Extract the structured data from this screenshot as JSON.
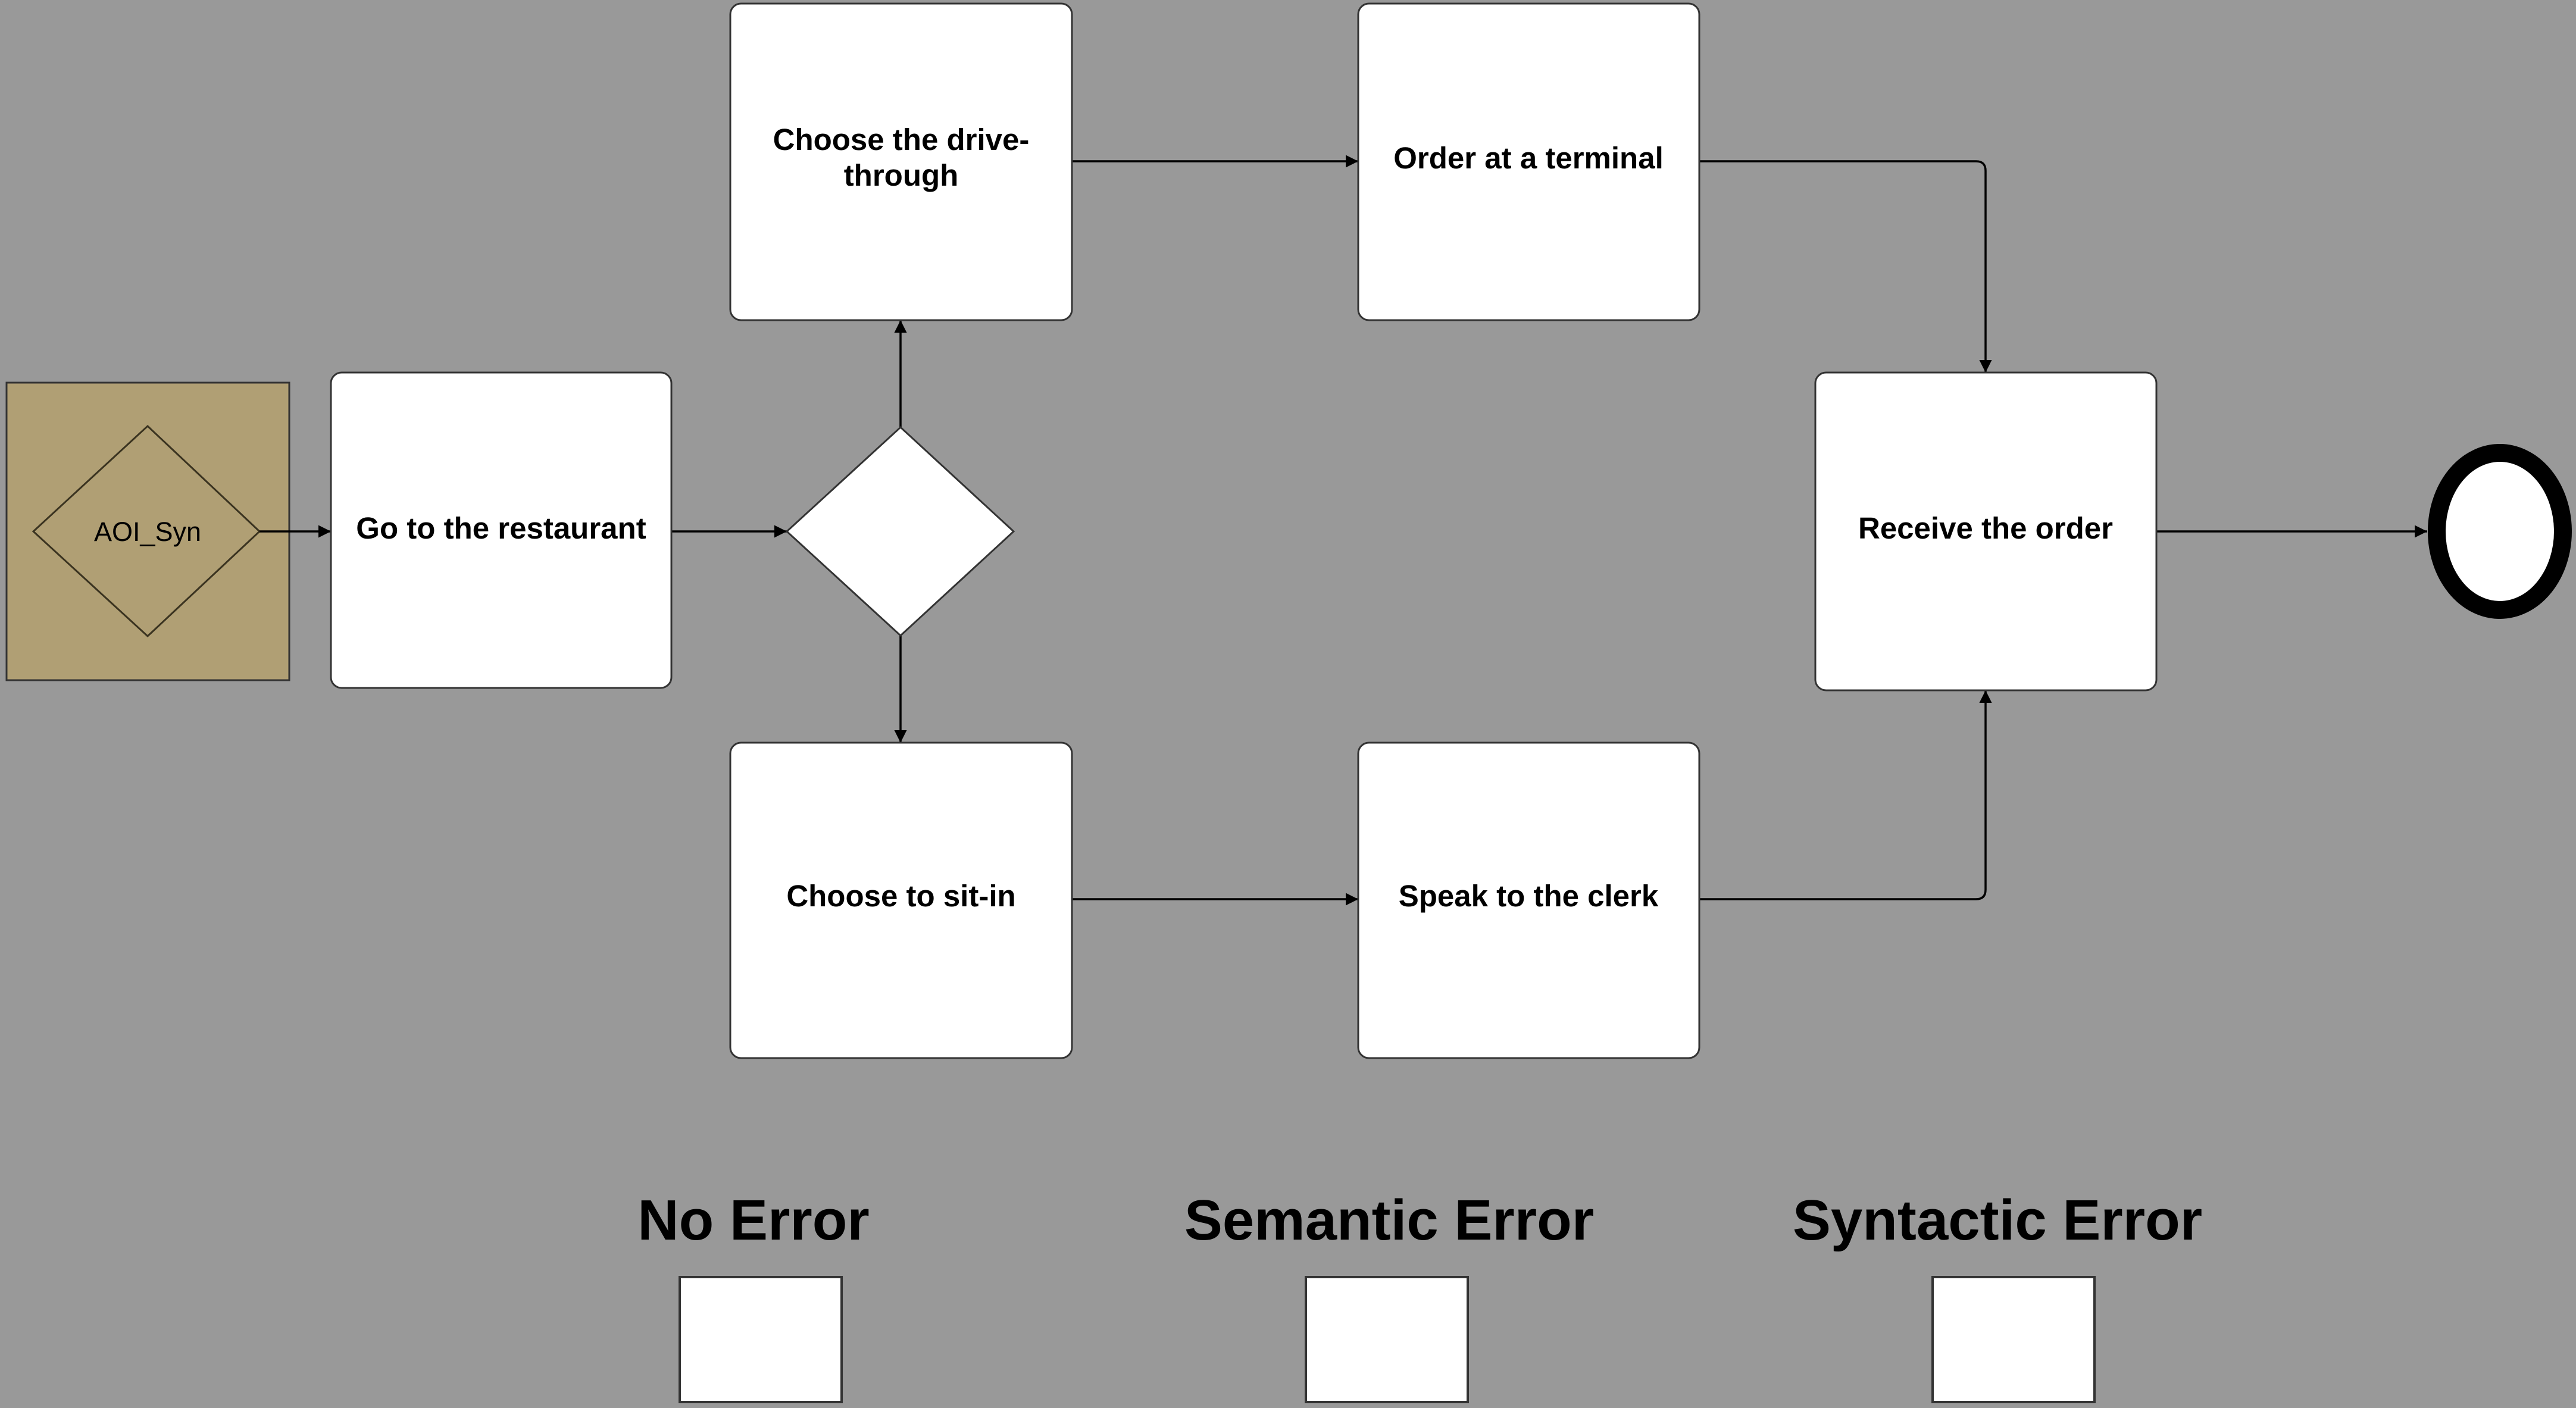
{
  "diagram": {
    "start_aoi": {
      "label": "AOI_Syn",
      "fill_color": "#B09F74"
    },
    "tasks": {
      "go_to_restaurant": "Go to the restaurant",
      "drive_through_line1": "Choose the drive-",
      "drive_through_line2": "through",
      "order_terminal": "Order at a terminal",
      "sit_in": "Choose to sit-in",
      "speak_clerk": "Speak to the clerk",
      "receive_order": "Receive the order"
    },
    "background_color": "#999999"
  },
  "answers": {
    "no_error": "No Error",
    "semantic_error": "Semantic Error",
    "syntactic_error": "Syntactic Error"
  }
}
